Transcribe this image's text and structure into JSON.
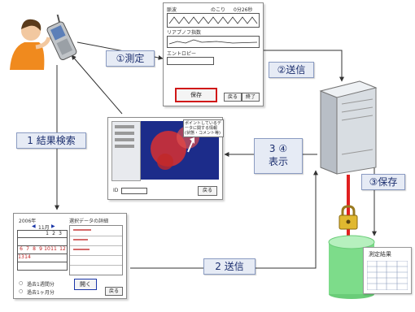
{
  "meter_panel": {
    "wave_label": "脈波",
    "remaining_label": "のこり",
    "time": "0分26秒",
    "heart_rate_label": "リアプノフ指数",
    "entropy_label": "エントロピー",
    "save_button": "保存",
    "back_button": "戻る",
    "end_button": "終了"
  },
  "steps": {
    "measure": "①測定",
    "send1": "②送信",
    "result_search": "1 結果検索",
    "display": "3 ④\n表示",
    "save": "③保存",
    "send2": "2 送信"
  },
  "result_panel": {
    "tooltip": "ポイントしているデータに関する情報(状態・コメント等)",
    "id_label": "ID",
    "back_button": "戻る"
  },
  "calendar_panel": {
    "year": "2006年",
    "month": "11月",
    "detail_title": "選択データの詳細",
    "weekday_row": [
      "",
      "",
      "",
      "",
      "1",
      "2",
      "3"
    ],
    "rows": [
      [
        "",
        "",
        "",
        "",
        "",
        "",
        ""
      ],
      [
        "6",
        "7",
        "8",
        "9",
        "10",
        "11",
        "12"
      ],
      [
        "13",
        "14",
        "",
        "",
        "",
        "",
        ""
      ],
      [
        "",
        "",
        "",
        "",
        "",
        "",
        ""
      ]
    ],
    "option1": "過去1週間分",
    "option2": "過去1ヶ月分",
    "open_button": "開く",
    "back_button": "戻る"
  },
  "database_label": "測定結果",
  "colors": {
    "tag_bg": "#e6ebf5",
    "tag_text": "#1b2e6e",
    "red_line": "#e02020",
    "db_green": "#7ddc8a"
  }
}
